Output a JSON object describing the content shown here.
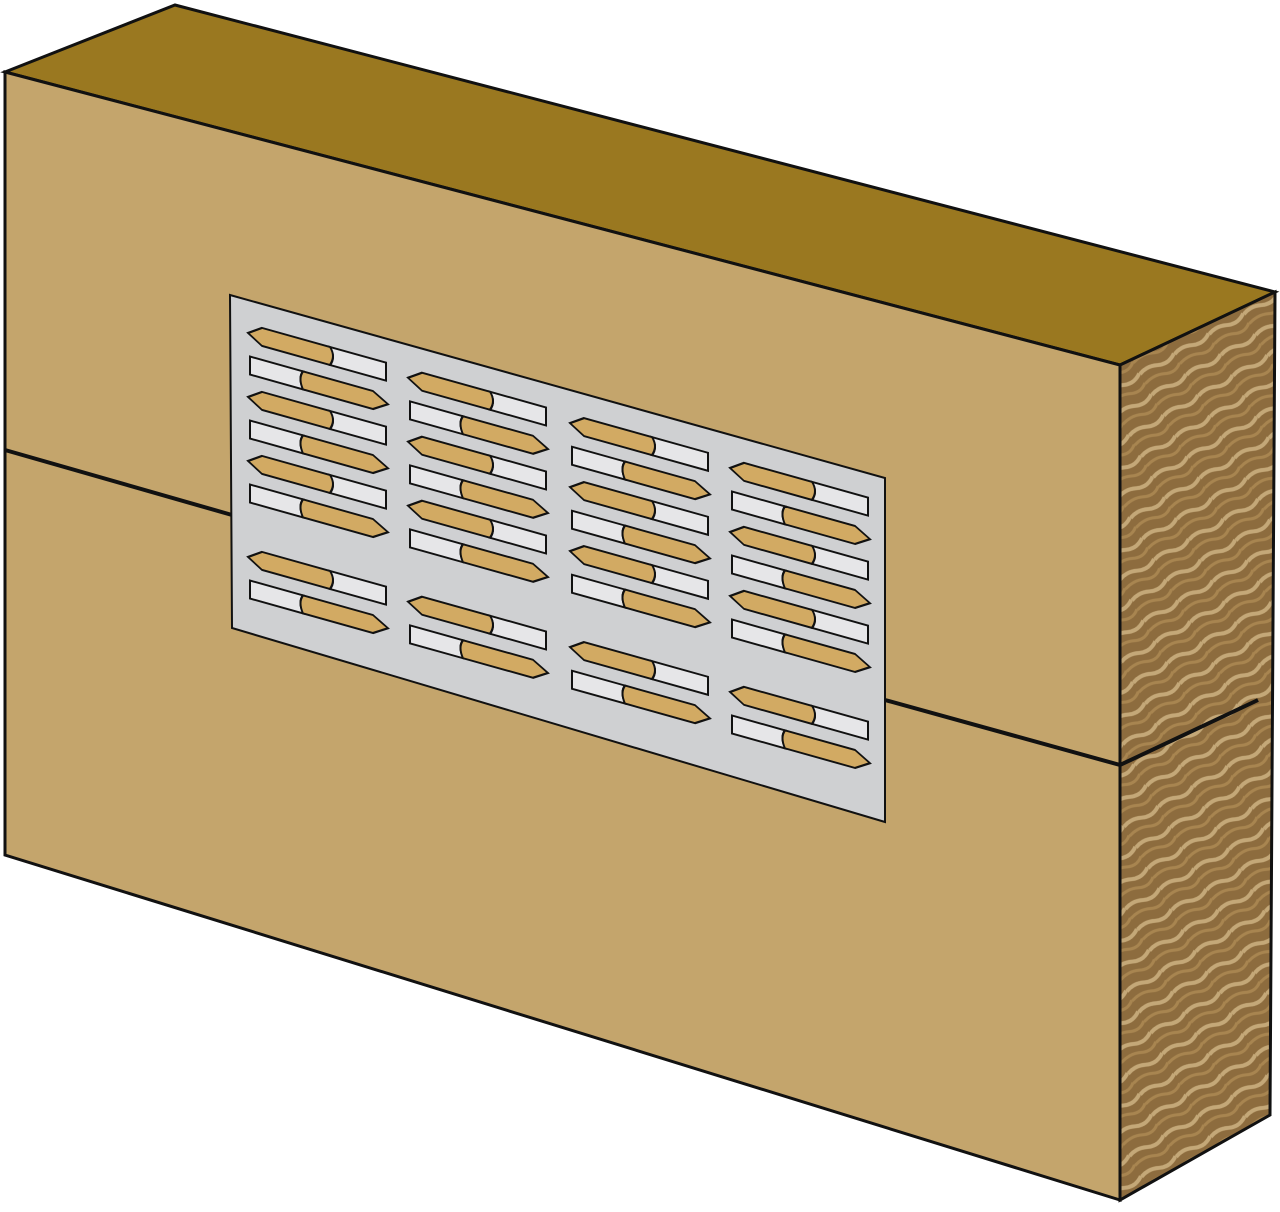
{
  "colors": {
    "background": "#ffffff",
    "front_face": "#c4a56c",
    "top_face": "#9a7820",
    "end_grain": "#8d6c3e",
    "end_grain_light": "#c4a878",
    "plate": "#cfd0d2",
    "tooth": "#d2aa63",
    "outline": "#111111"
  },
  "plate": {
    "columns": 4,
    "tooth_groups": [
      {
        "column": 0,
        "rows": [
          0,
          1,
          2,
          3,
          4,
          5,
          7,
          8
        ]
      },
      {
        "column": 1,
        "rows": [
          0,
          1,
          2,
          3,
          4,
          5,
          7,
          8
        ]
      },
      {
        "column": 2,
        "rows": [
          0,
          1,
          2,
          3,
          4,
          5,
          7,
          8
        ]
      },
      {
        "column": 3,
        "rows": [
          0,
          1,
          2,
          3,
          4,
          5,
          7,
          8
        ]
      }
    ]
  }
}
